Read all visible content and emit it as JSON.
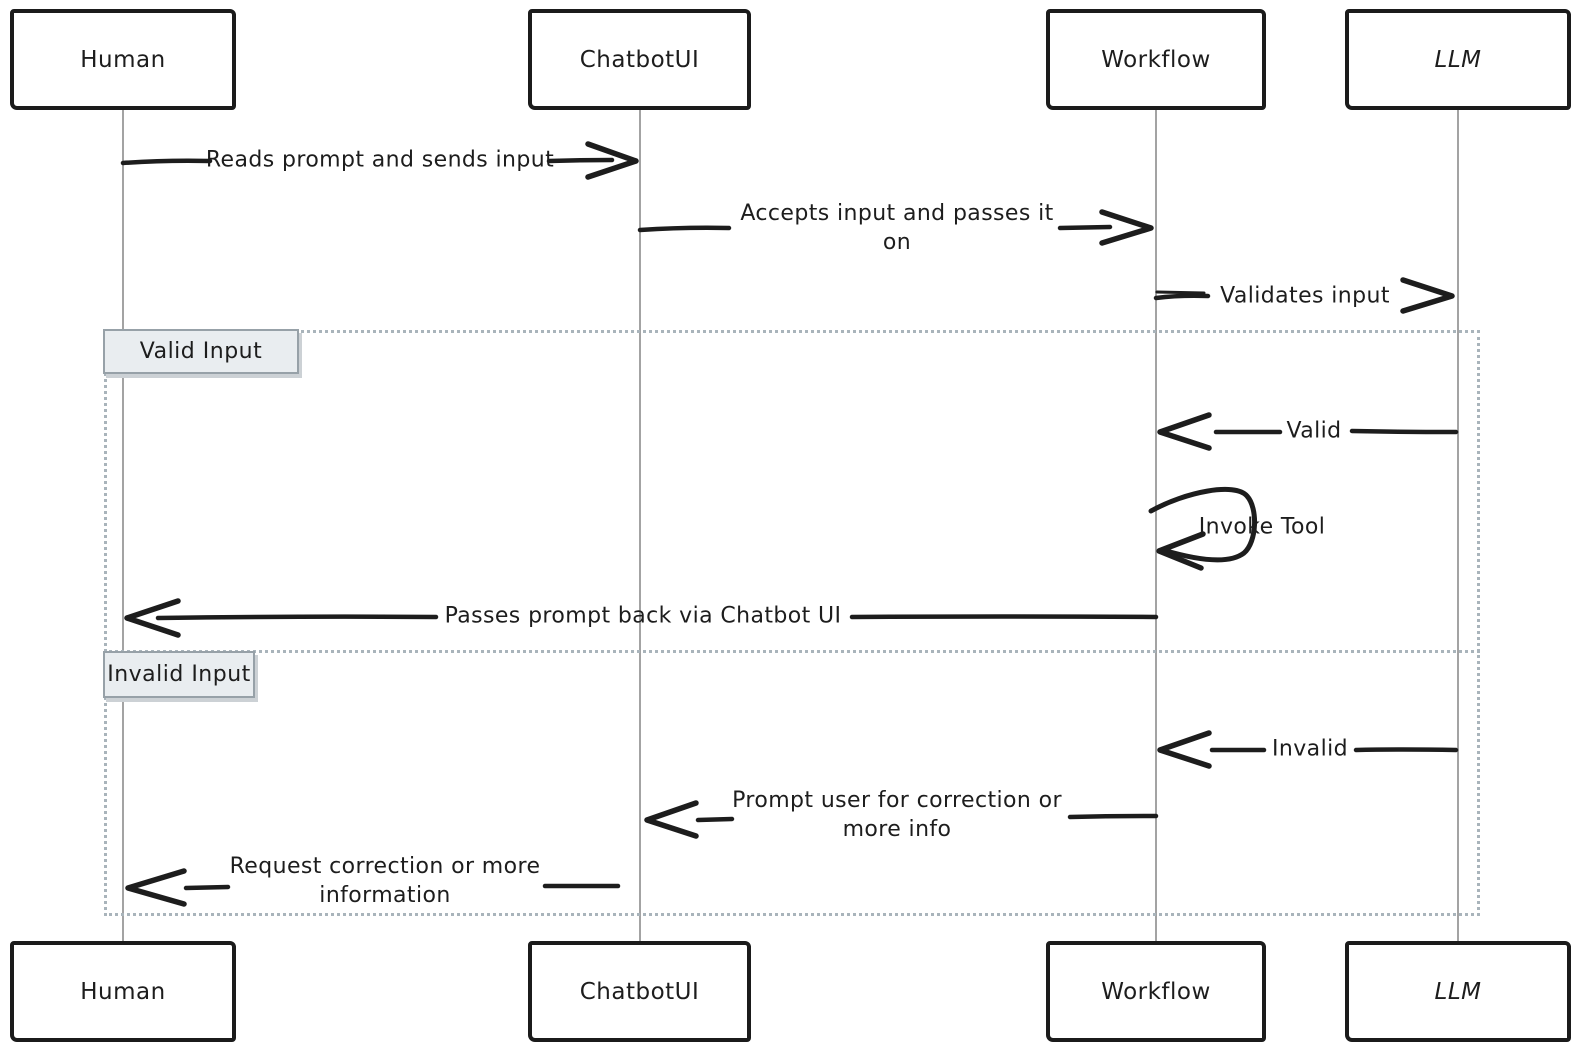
{
  "diagram": {
    "type": "sequence",
    "style": "hand-drawn",
    "actors": [
      {
        "id": "human",
        "label": "Human"
      },
      {
        "id": "chatbotui",
        "label": "ChatbotUI"
      },
      {
        "id": "workflow",
        "label": "Workflow"
      },
      {
        "id": "llm",
        "label": "LLM"
      }
    ],
    "messages": [
      {
        "from": "Human",
        "to": "ChatbotUI",
        "label": "Reads prompt and sends input",
        "lines": [
          "Reads prompt and sends input"
        ]
      },
      {
        "from": "ChatbotUI",
        "to": "Workflow",
        "label": "Accepts input and passes it on",
        "lines": [
          "Accepts input and passes it",
          "on"
        ]
      },
      {
        "from": "Workflow",
        "to": "LLM",
        "label": "Validates input",
        "lines": [
          "Validates input"
        ]
      },
      {
        "from": "LLM",
        "to": "Workflow",
        "label": "Valid",
        "lines": [
          "Valid"
        ]
      },
      {
        "from": "Workflow",
        "to": "Workflow",
        "label": "Invoke Tool",
        "type": "self-loop",
        "lines": [
          "Invoke Tool"
        ]
      },
      {
        "from": "Workflow",
        "to": "Human",
        "label": "Passes prompt back via Chatbot UI",
        "lines": [
          "Passes prompt back via Chatbot UI"
        ]
      },
      {
        "from": "LLM",
        "to": "Workflow",
        "label": "Invalid",
        "lines": [
          "Invalid"
        ]
      },
      {
        "from": "Workflow",
        "to": "ChatbotUI",
        "label": "Prompt user for correction or more info",
        "lines": [
          "Prompt user for correction or",
          "more info"
        ]
      },
      {
        "from": "ChatbotUI",
        "to": "Human",
        "label": "Request correction or more information",
        "lines": [
          "Request correction or more",
          "information"
        ]
      }
    ],
    "alt_frame": {
      "sections": [
        {
          "label": "Valid Input"
        },
        {
          "label": "Invalid Input"
        }
      ]
    },
    "colors": {
      "ink": "#1d1d1d",
      "lifeline": "#a3a3a3",
      "frame_dotted": "#a9b4bb",
      "section_label_fill": "#e9edf0",
      "section_label_border": "#97a1a8",
      "background": "#ffffff"
    }
  }
}
